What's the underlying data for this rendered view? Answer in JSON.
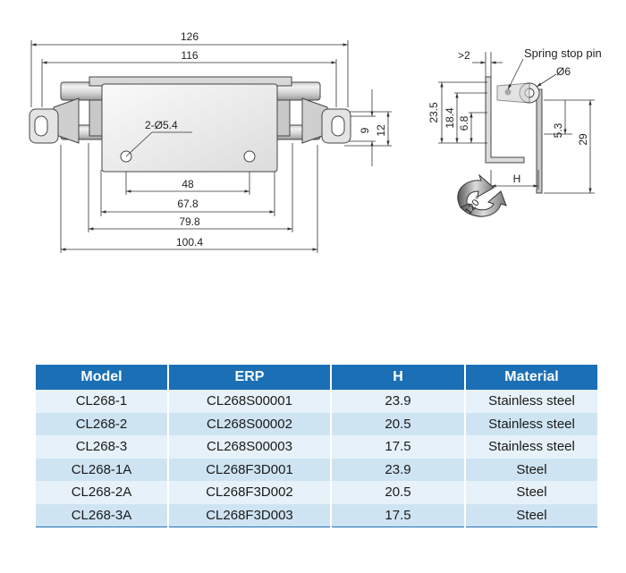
{
  "front_view": {
    "dimensions": [
      "126",
      "116",
      "48",
      "67.8",
      "79.8",
      "100.4",
      "9",
      "12"
    ],
    "hole_label": "2-Ø5.4"
  },
  "side_view": {
    "callout": "Spring stop pin",
    "dimensions": [
      ">2",
      "Ø6",
      "23.5",
      "18.4",
      "6.8",
      "5.3",
      "29",
      "H"
    ],
    "angle_label": "120°"
  },
  "table": {
    "headers": [
      "Model",
      "ERP",
      "H",
      "Material"
    ],
    "rows": [
      [
        "CL268-1",
        "CL268S00001",
        "23.9",
        "Stainless steel"
      ],
      [
        "CL268-2",
        "CL268S00002",
        "20.5",
        "Stainless steel"
      ],
      [
        "CL268-3",
        "CL268S00003",
        "17.5",
        "Stainless steel"
      ],
      [
        "CL268-1A",
        "CL268F3D001",
        "23.9",
        "Steel"
      ],
      [
        "CL268-2A",
        "CL268F3D002",
        "20.5",
        "Steel"
      ],
      [
        "CL268-3A",
        "CL268F3D003",
        "17.5",
        "Steel"
      ]
    ],
    "colors": {
      "header": "#1b6fb5",
      "row_light": "#e6f1f9",
      "row_dark": "#cfe4f3"
    }
  }
}
